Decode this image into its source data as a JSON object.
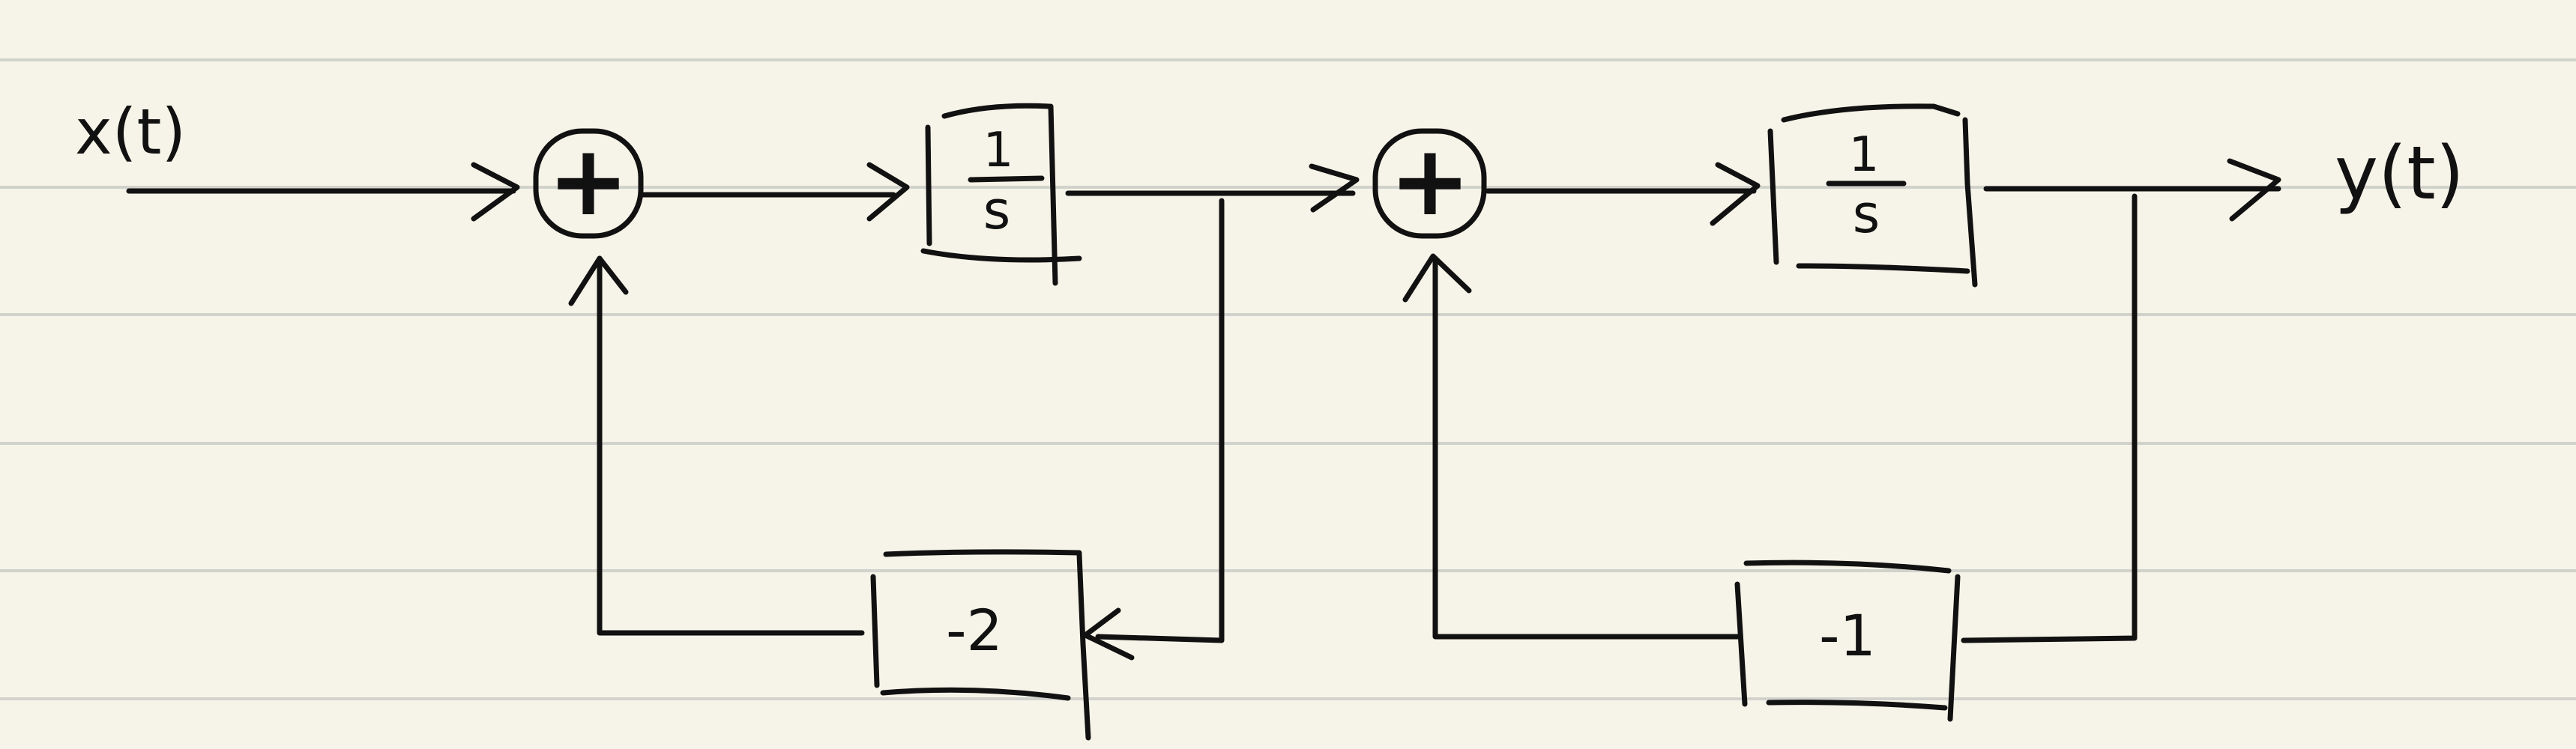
{
  "signals": {
    "input": "x(t)",
    "output": "y(t)"
  },
  "blocks": {
    "integrator_1": {
      "numerator": "1",
      "denominator": "s"
    },
    "integrator_2": {
      "numerator": "1",
      "denominator": "s"
    },
    "feedback_gain_1": "-2",
    "feedback_gain_2": "-1"
  },
  "summers": {
    "summer_1_symbol": "+",
    "summer_2_symbol": "+"
  },
  "colors": {
    "paper": "#f6f4e8",
    "ruled_line": "#d2d2cd",
    "ink": "#111111"
  }
}
